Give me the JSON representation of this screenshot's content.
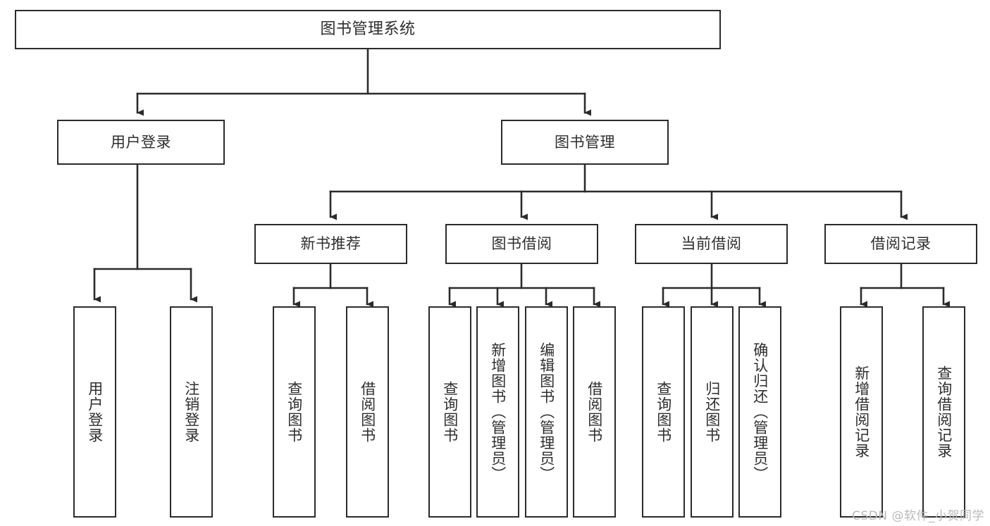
{
  "diagram": {
    "type": "tree",
    "title": "图书管理系统",
    "watermark": "CSDN @软件_小贺同学",
    "colors": {
      "background": "#ffffff",
      "box_border": "#2b2b2b",
      "box_fill": "#ffffff",
      "text": "#2e2e2e",
      "edge": "#2b2b2b",
      "watermark": "#b9b9b9"
    },
    "root": {
      "label": "图书管理系统"
    },
    "level2": [
      {
        "label": "用户登录"
      },
      {
        "label": "图书管理"
      }
    ],
    "level3": [
      {
        "label": "新书推荐"
      },
      {
        "label": "图书借阅"
      },
      {
        "label": "当前借阅"
      },
      {
        "label": "借阅记录"
      }
    ],
    "leaves": {
      "user_login": [
        {
          "label": "用户登录"
        },
        {
          "label": "注销登录"
        }
      ],
      "new_book_recommend": [
        {
          "label": "查询图书"
        },
        {
          "label": "借阅图书"
        }
      ],
      "book_borrow": [
        {
          "label": "查询图书"
        },
        {
          "label": "新增图书（管理员）"
        },
        {
          "label": "编辑图书（管理员）"
        },
        {
          "label": "借阅图书"
        }
      ],
      "current_borrow": [
        {
          "label": "查询图书"
        },
        {
          "label": "归还图书"
        },
        {
          "label": "确认归还（管理员）"
        }
      ],
      "borrow_record": [
        {
          "label": "新增借阅记录"
        },
        {
          "label": "查询借阅记录"
        }
      ]
    }
  }
}
